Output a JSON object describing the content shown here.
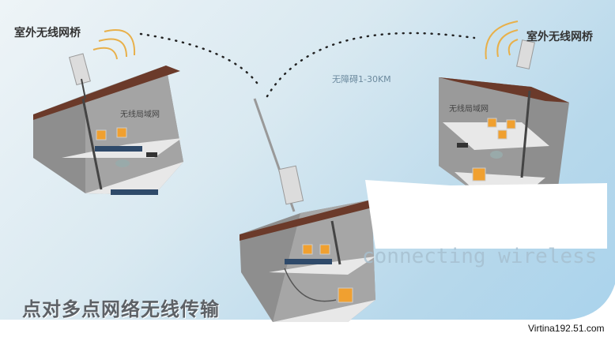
{
  "labels": {
    "bridge_left": "室外无线网桥",
    "bridge_right": "室外无线网桥",
    "distance": "无障碍1-30KM",
    "lan_left": "无线局域网",
    "lan_right": "无线局域网",
    "title": "点对多点网络无线传输",
    "tagline": "connecting wireless",
    "watermark": "Virtina192.51.com"
  },
  "colors": {
    "roof": "#6b3a2a",
    "wall": "#8c8c8c",
    "floor": "#e6e6e6",
    "signal": "#e8b04a"
  }
}
